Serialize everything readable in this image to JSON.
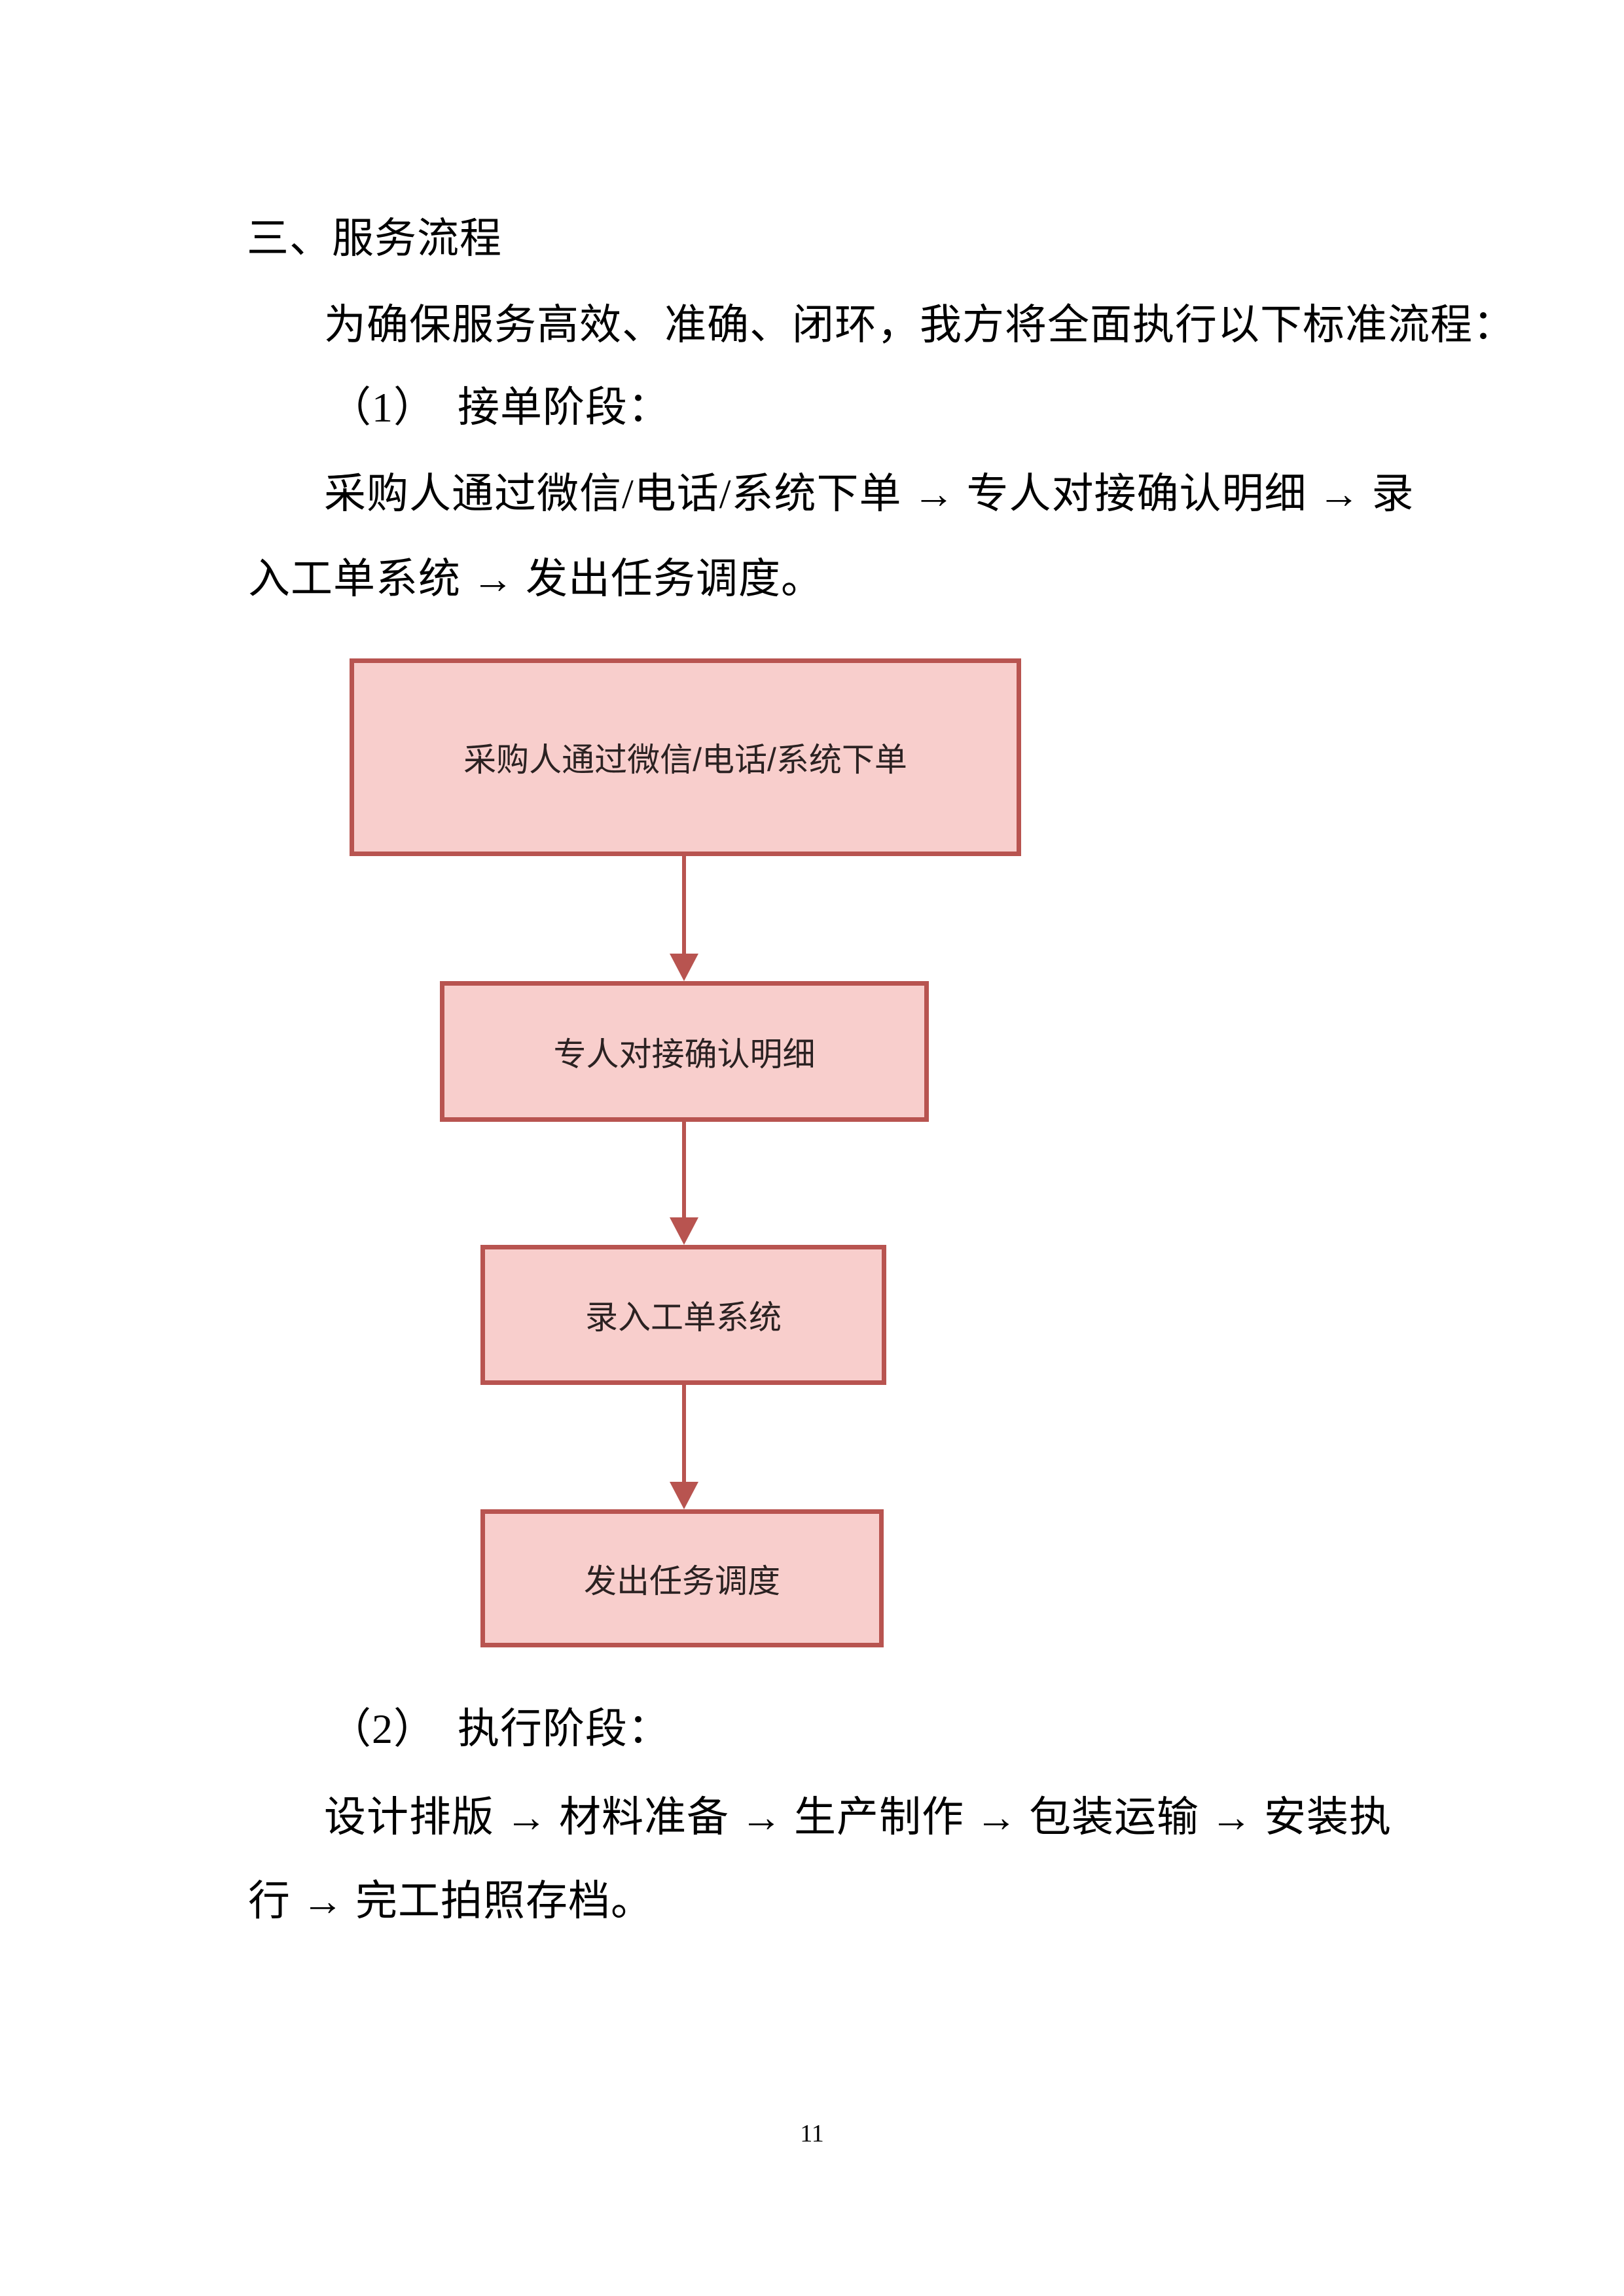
{
  "document": {
    "heading": "三、服务流程",
    "intro": "为确保服务高效、准确、闭环，我方将全面执行以下标准流程：",
    "stage1": {
      "heading": "（1）　接单阶段：",
      "flow_line1": "采购人通过微信/电话/系统下单 → 专人对接确认明细 → 录",
      "flow_line2": "入工单系统 → 发出任务调度。"
    },
    "stage2": {
      "heading": "（2）　执行阶段：",
      "flow_line1": "设计排版 → 材料准备 → 生产制作 → 包装运输 → 安装执",
      "flow_line2": "行 → 完工拍照存档。"
    },
    "page_number": "11"
  },
  "flowchart": {
    "nodes": [
      {
        "label": "采购人通过微信/电话/系统下单"
      },
      {
        "label": "专人对接确认明细"
      },
      {
        "label": "录入工单系统"
      },
      {
        "label": "发出任务调度"
      }
    ],
    "colors": {
      "node_fill": "#F8CECC",
      "node_stroke": "#B85450",
      "node_text": "#2B2222"
    }
  }
}
